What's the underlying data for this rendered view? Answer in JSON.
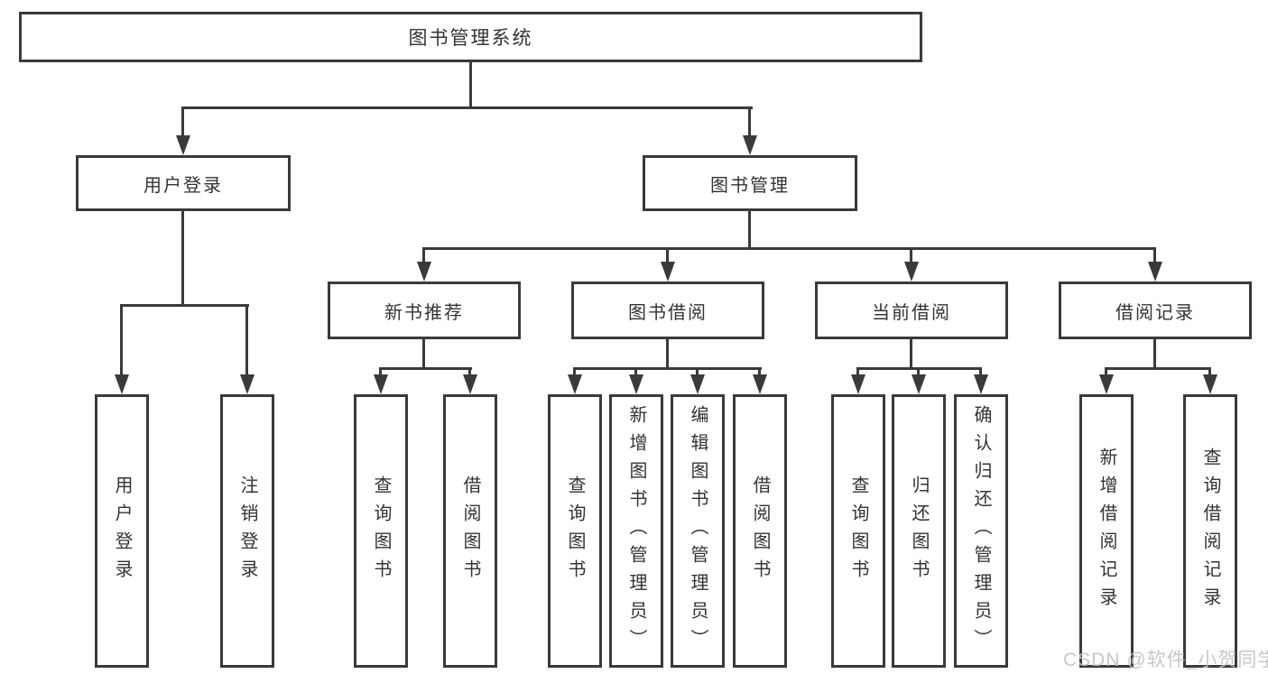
{
  "root": {
    "label": "图书管理系统"
  },
  "level2": [
    {
      "label": "用户登录"
    },
    {
      "label": "图书管理"
    }
  ],
  "level3": [
    {
      "label": "新书推荐"
    },
    {
      "label": "图书借阅"
    },
    {
      "label": "当前借阅"
    },
    {
      "label": "借阅记录"
    }
  ],
  "leaves": {
    "user": [
      "用户登录",
      "注销登录"
    ],
    "recommend": [
      "查询图书",
      "借阅图书"
    ],
    "borrow": [
      "查询图书",
      "新增图书（管理员）",
      "编辑图书（管理员）",
      "借阅图书"
    ],
    "current": [
      "查询图书",
      "归还图书",
      "确认归还（管理员）"
    ],
    "records": [
      "新增借阅记录",
      "查询借阅记录"
    ]
  },
  "watermark": "CSDN @软件_小贺同学",
  "colors": {
    "line": "#3a3a3a",
    "text": "#333333",
    "background": "#ffffff",
    "watermark": "#c7c0c0"
  }
}
